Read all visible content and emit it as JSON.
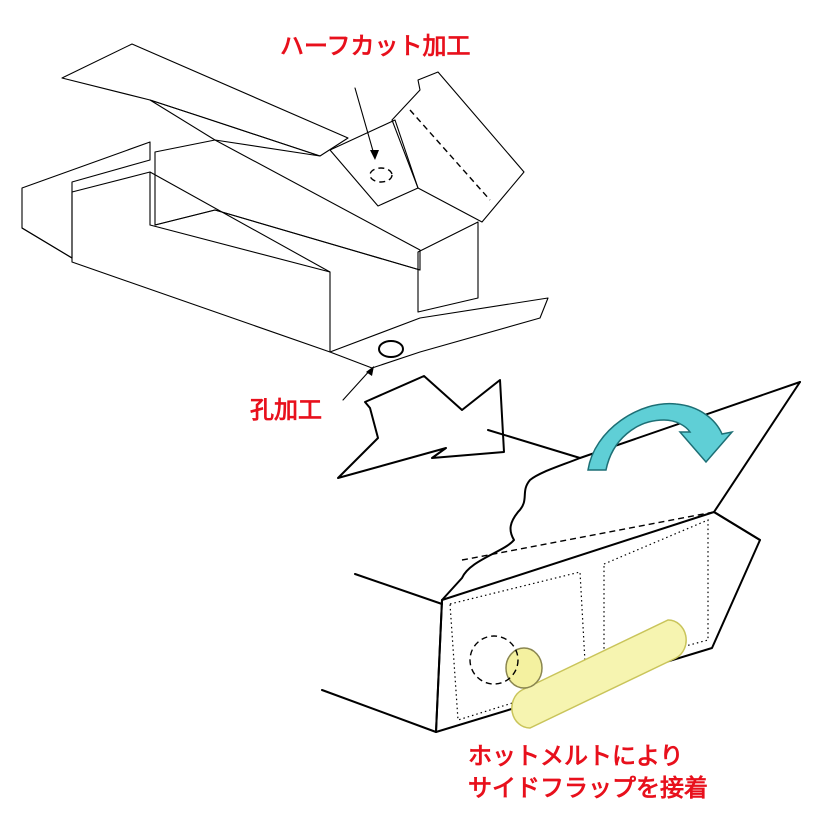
{
  "labels": {
    "half_cut": "ハーフカット加工",
    "hole": "孔加工",
    "hot_melt_line1": "ホットメルトにより",
    "hot_melt_line2": "サイドフラップを接着"
  },
  "colors": {
    "label_red": "#e8101c",
    "curved_arrow_fill": "#5fcfd6",
    "curved_arrow_shade": "#2a8f96",
    "tube_fill": "#f6f4b0",
    "tube_stroke": "#c9c45a"
  }
}
